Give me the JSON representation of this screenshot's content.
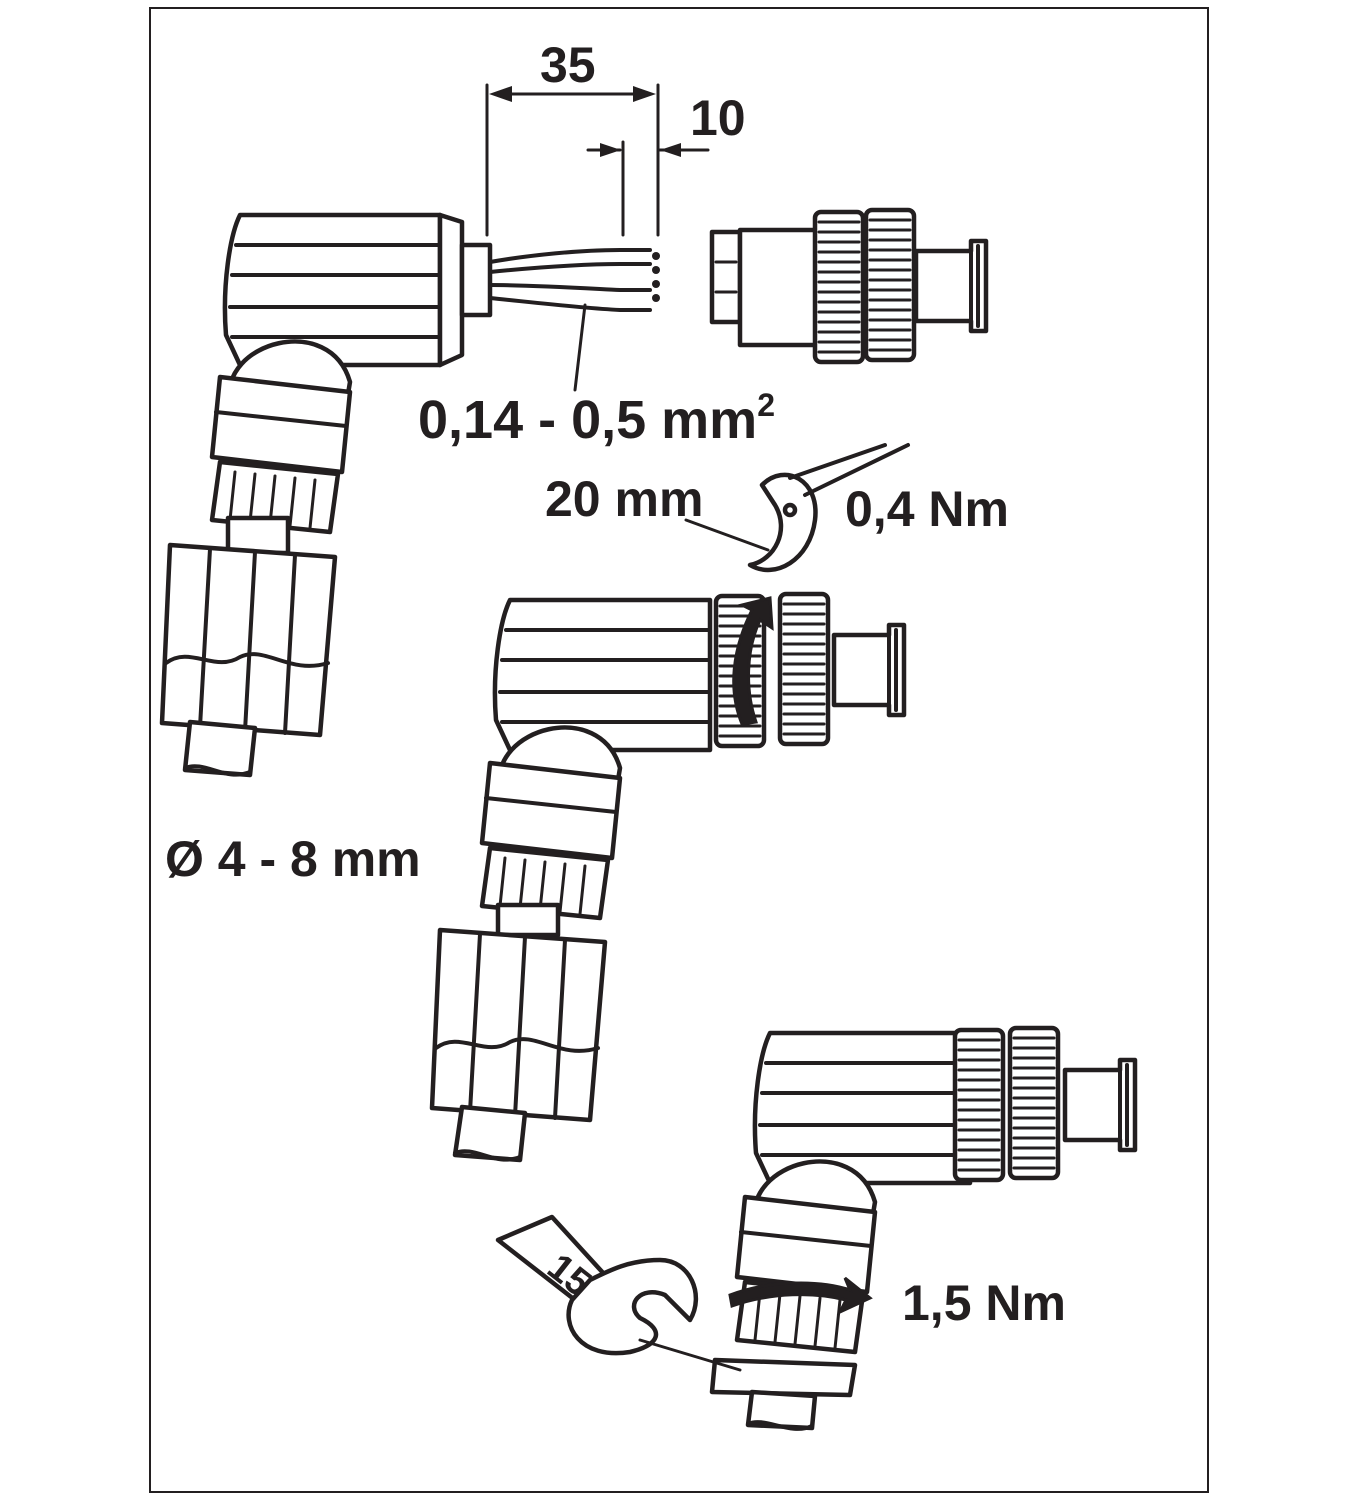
{
  "dimensions": {
    "strip_length": "35",
    "wire_strip": "10",
    "wire_cross_section": "0,14 - 0,5 mm",
    "wire_cross_section_exp": "2",
    "cable_diameter": "Ø 4 - 8 mm",
    "screwdriver_width": "20 mm",
    "screw_torque": "0,4 Nm",
    "wrench_size": "15",
    "nut_torque": "1,5 Nm"
  },
  "colors": {
    "line": "#231f20",
    "background": "#ffffff"
  }
}
